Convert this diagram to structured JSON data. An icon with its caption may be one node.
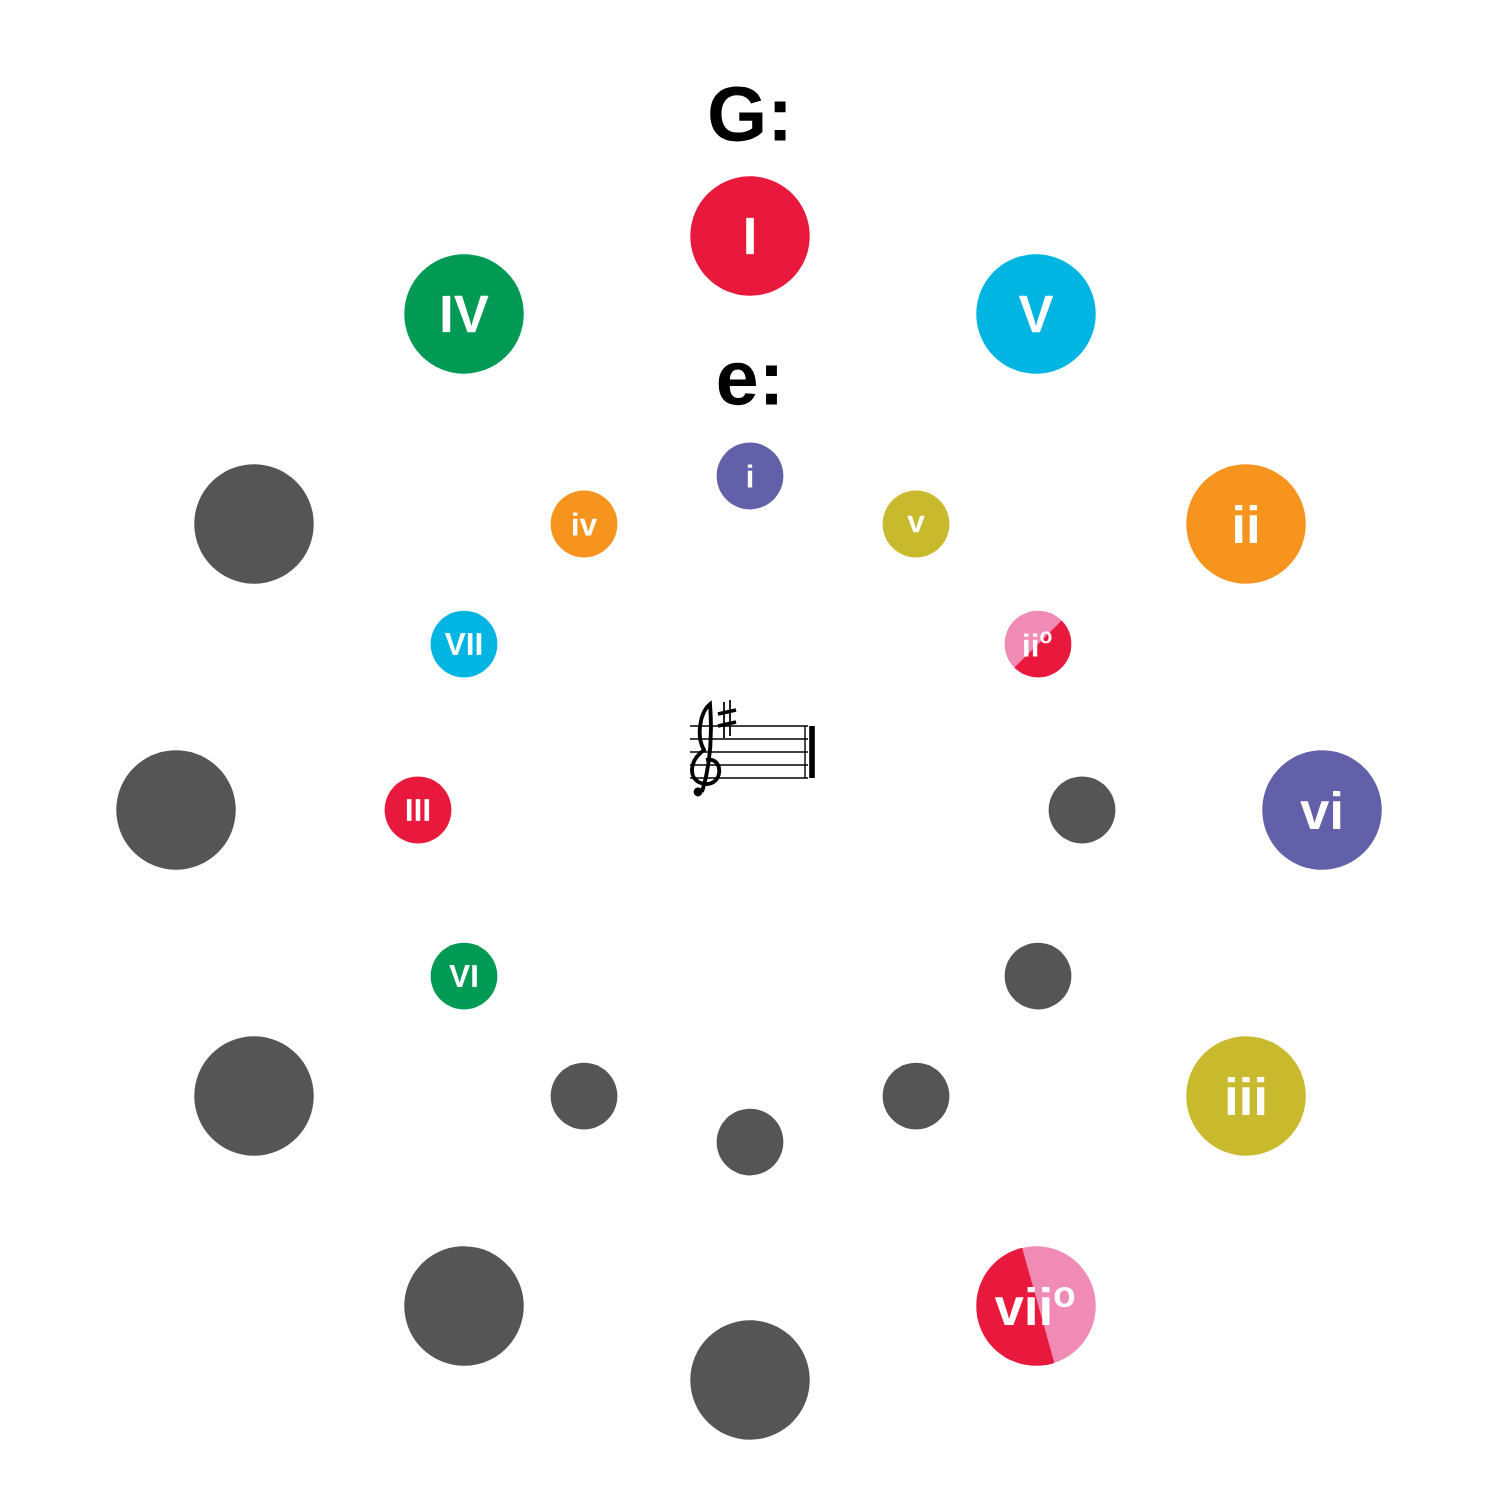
{
  "diagram": {
    "nodes": [
      {
        "text": [
          "I"
        ]
      },
      {
        "text": [
          "IV"
        ]
      },
      {
        "text": [
          "V"
        ]
      },
      {
        "text": [
          "i"
        ]
      },
      {
        "text": [],
        "shape": "circle"
      },
      {
        "text": [
          "iv"
        ]
      },
      {
        "text": [
          "v"
        ]
      },
      {
        "text": [
          "ii"
        ]
      },
      {
        "text": [
          "VII"
        ]
      },
      {
        "text": [
          "ii$^{o}$"
        ]
      },
      {
        "text": [],
        "shape": "circle"
      },
      {
        "text": [
          "III"
        ]
      },
      {
        "text": [],
        "shape": "circle"
      },
      {
        "text": [
          "vi"
        ]
      },
      {
        "text": [
          "VI"
        ]
      },
      {
        "text": [],
        "shape": "circle"
      },
      {
        "text": [],
        "shape": "circle"
      },
      {
        "text": [],
        "shape": "circle"
      },
      {
        "text": [],
        "shape": "circle"
      },
      {
        "text": [
          "iii"
        ]
      },
      {
        "text": [],
        "shape": "circle"
      },
      {
        "text": [],
        "shape": "circle"
      },
      {
        "text": [
          "vii$^{o}$"
        ]
      },
      {
        "text": [],
        "shape": "circle"
      }
    ],
    "labels": [
      "G:",
      "e:"
    ]
  }
}
